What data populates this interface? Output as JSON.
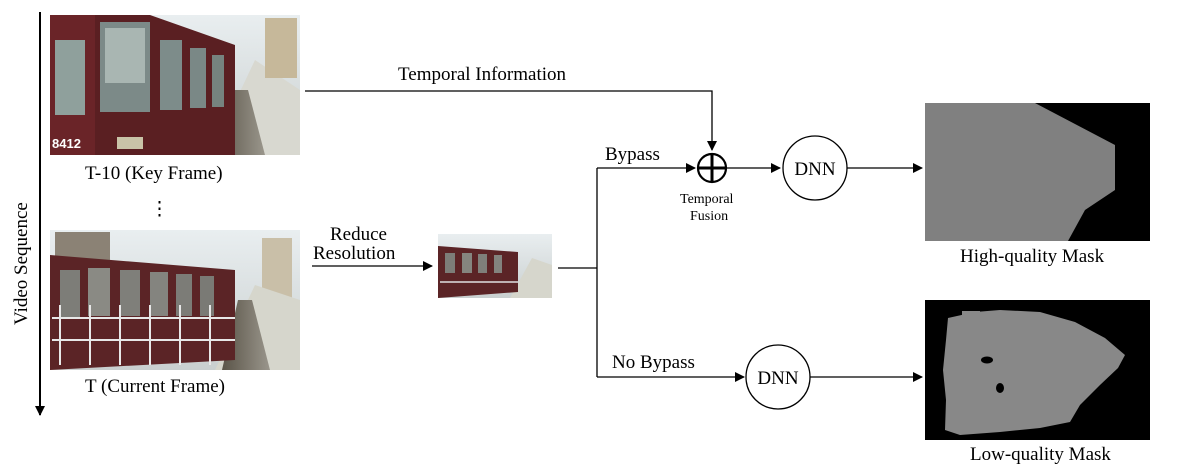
{
  "diagram": {
    "axis_label": "Video Sequence",
    "key_frame_label": "T-10  (Key Frame)",
    "ellipsis": "⋮",
    "current_frame_label": "T (Current Frame)",
    "reduce_line1": "Reduce",
    "reduce_line2": "Resolution",
    "temporal_info_label": "Temporal Information",
    "bypass_label": "Bypass",
    "no_bypass_label": "No Bypass",
    "fusion_line1": "Temporal",
    "fusion_line2": "Fusion",
    "dnn_top": "DNN",
    "dnn_bottom": "DNN",
    "high_mask_label": "High-quality Mask",
    "low_mask_label": "Low-quality Mask",
    "train_number": "8412"
  }
}
